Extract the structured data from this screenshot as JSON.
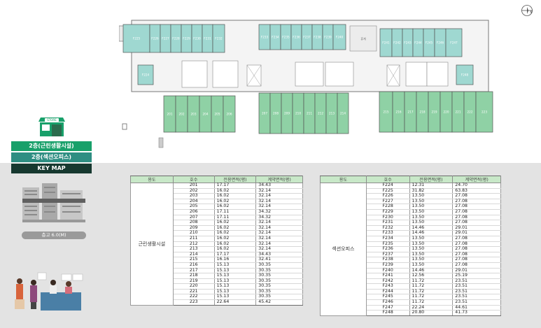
{
  "colors": {
    "unit_fill": "#8fd1a5",
    "section_fill": "#9fd8d1",
    "legend_retail": "#18a06a",
    "legend_office": "#2e8e82",
    "legend_keymap": "#16382f",
    "table_header": "#c8e8c8"
  },
  "floorplan": {
    "units_top_left": [
      "F225",
      "F226",
      "F227",
      "F228",
      "F229",
      "F230",
      "F231",
      "F232"
    ],
    "units_top_mid": [
      "F233",
      "F234",
      "F235",
      "F236",
      "F237",
      "F238",
      "F239",
      "F240"
    ],
    "units_top_right": [
      "F241",
      "F242",
      "F243",
      "F244",
      "F245",
      "F246",
      "F247"
    ],
    "unit_left_mid": "F224",
    "unit_right_mid": "F248",
    "units_bottom_left": [
      "201",
      "202",
      "203",
      "204",
      "205",
      "206"
    ],
    "units_bottom_mid": [
      "207",
      "208",
      "209",
      "210",
      "211",
      "212",
      "213",
      "214"
    ],
    "units_bottom_right": [
      "215",
      "216",
      "217",
      "218",
      "219",
      "220",
      "221",
      "222",
      "223"
    ],
    "service_label": "휴게\n공간"
  },
  "compass_label": "N",
  "store_sign": "STORE",
  "legend": {
    "retail": "2층(근린생활시설)",
    "office": "2층(섹션오피스)",
    "keymap": "KEY MAP"
  },
  "building_height": "층고 6.0(M)",
  "headers": {
    "use": "용도",
    "unit": "호수",
    "net_area": "전용면적(평)",
    "contract_area": "계약면적(평)"
  },
  "table_left": {
    "use": "근린생활시설",
    "rows": [
      [
        "201",
        "17.17",
        "34.43"
      ],
      [
        "202",
        "16.02",
        "32.14"
      ],
      [
        "203",
        "16.02",
        "32.14"
      ],
      [
        "204",
        "16.02",
        "32.14"
      ],
      [
        "205",
        "16.02",
        "32.14"
      ],
      [
        "206",
        "17.11",
        "34.32"
      ],
      [
        "207",
        "17.11",
        "34.32"
      ],
      [
        "208",
        "16.02",
        "32.14"
      ],
      [
        "209",
        "16.02",
        "32.14"
      ],
      [
        "210",
        "16.02",
        "32.14"
      ],
      [
        "211",
        "16.02",
        "32.14"
      ],
      [
        "212",
        "16.02",
        "32.14"
      ],
      [
        "213",
        "16.02",
        "32.14"
      ],
      [
        "214",
        "17.17",
        "34.43"
      ],
      [
        "215",
        "16.16",
        "32.41"
      ],
      [
        "216",
        "15.13",
        "30.35"
      ],
      [
        "217",
        "15.13",
        "30.35"
      ],
      [
        "218",
        "15.13",
        "30.35"
      ],
      [
        "219",
        "15.13",
        "30.35"
      ],
      [
        "220",
        "15.13",
        "30.35"
      ],
      [
        "221",
        "15.13",
        "30.35"
      ],
      [
        "222",
        "15.13",
        "30.35"
      ],
      [
        "223",
        "22.64",
        "45.42"
      ]
    ]
  },
  "table_right": {
    "use": "섹션오피스",
    "rows": [
      [
        "F224",
        "12.31",
        "24.70"
      ],
      [
        "F225",
        "31.82",
        "63.83"
      ],
      [
        "F226",
        "13.50",
        "27.08"
      ],
      [
        "F227",
        "13.50",
        "27.08"
      ],
      [
        "F228",
        "13.50",
        "27.08"
      ],
      [
        "F229",
        "13.50",
        "27.08"
      ],
      [
        "F230",
        "13.50",
        "27.08"
      ],
      [
        "F231",
        "13.50",
        "27.08"
      ],
      [
        "F232",
        "14.46",
        "29.01"
      ],
      [
        "F233",
        "14.46",
        "29.01"
      ],
      [
        "F234",
        "13.50",
        "27.08"
      ],
      [
        "F235",
        "13.50",
        "27.08"
      ],
      [
        "F236",
        "13.50",
        "27.08"
      ],
      [
        "F237",
        "13.50",
        "27.08"
      ],
      [
        "F238",
        "13.50",
        "27.08"
      ],
      [
        "F239",
        "13.50",
        "27.08"
      ],
      [
        "F240",
        "14.46",
        "29.01"
      ],
      [
        "F241",
        "12.56",
        "25.19"
      ],
      [
        "F242",
        "11.72",
        "23.51"
      ],
      [
        "F243",
        "11.72",
        "23.51"
      ],
      [
        "F244",
        "11.72",
        "23.51"
      ],
      [
        "F245",
        "11.72",
        "23.51"
      ],
      [
        "F246",
        "11.72",
        "23.51"
      ],
      [
        "F247",
        "22.24",
        "44.61"
      ],
      [
        "F248",
        "20.80",
        "41.73"
      ]
    ]
  }
}
